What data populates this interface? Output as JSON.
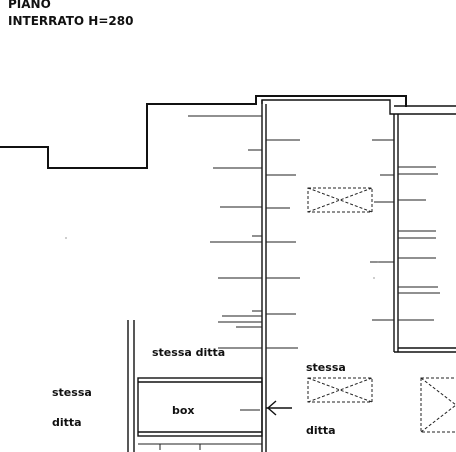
{
  "header": {
    "line1": "PIANO",
    "line2": "INTERRATO  H=280"
  },
  "labels": {
    "stessa_ditta_top": "stessa  ditta",
    "stessa_right": "stessa",
    "ditta_right": "ditta",
    "stessa_left": "stessa",
    "ditta_left": "ditta",
    "box": "box"
  }
}
